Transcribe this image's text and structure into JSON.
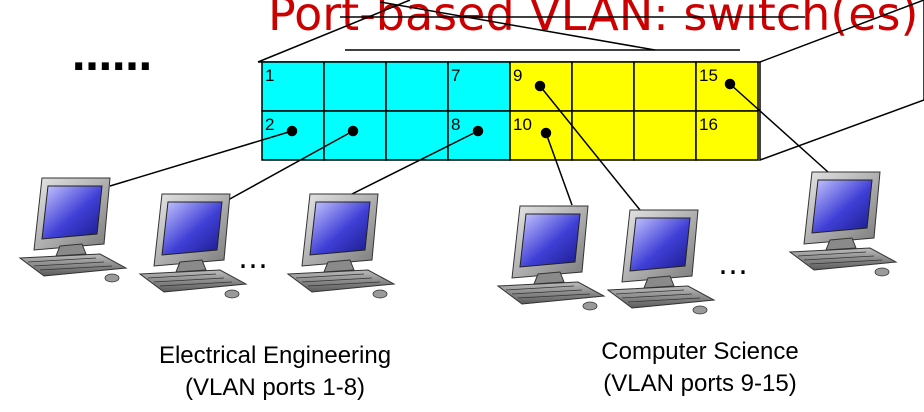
{
  "title": {
    "text": "Port-based VLAN: switch(es) can be configured",
    "color": "#cc0000"
  },
  "ellipsis_top": "……",
  "ellipsis_left": "…",
  "ellipsis_right": "…",
  "colors": {
    "ee_group": "#00ffff",
    "cs_group": "#ffff00",
    "grid_line": "#000000"
  },
  "switch": {
    "ports": [
      {
        "label": "1",
        "group": "ee"
      },
      {
        "label": "",
        "group": "ee"
      },
      {
        "label": "",
        "group": "ee"
      },
      {
        "label": "7",
        "group": "ee"
      },
      {
        "label": "9",
        "group": "cs"
      },
      {
        "label": "",
        "group": "cs"
      },
      {
        "label": "",
        "group": "cs"
      },
      {
        "label": "15",
        "group": "cs"
      },
      {
        "label": "2",
        "group": "ee"
      },
      {
        "label": "",
        "group": "ee"
      },
      {
        "label": "",
        "group": "ee"
      },
      {
        "label": "8",
        "group": "ee"
      },
      {
        "label": "10",
        "group": "cs"
      },
      {
        "label": "",
        "group": "cs"
      },
      {
        "label": "",
        "group": "cs"
      },
      {
        "label": "16",
        "group": "cs"
      }
    ]
  },
  "captions": {
    "ee": {
      "line1": "Electrical Engineering",
      "line2": "(VLAN ports 1-8)"
    },
    "cs": {
      "line1": "Computer Science",
      "line2": "(VLAN ports 9-15)"
    }
  },
  "icons": {
    "computer": "desktop-computer-icon"
  }
}
